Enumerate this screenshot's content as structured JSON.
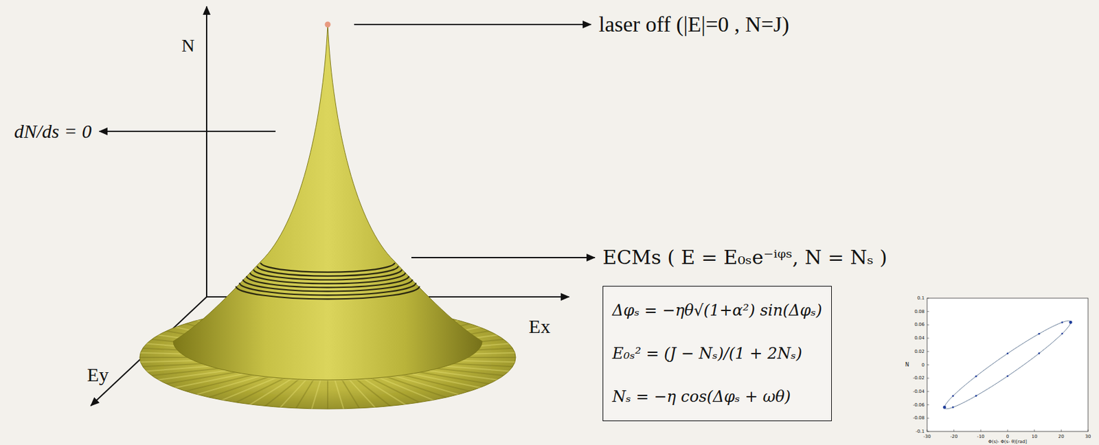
{
  "diagram": {
    "nodes": [
      {
        "text": [
          "Δφₛ = −ηθ√(1+α²) sin(Δφₛ)",
          "E₀ₛ² = (J − Nₛ)/(1 + 2Nₛ)",
          "Nₛ = −η cos(Δφₛ + ωθ)"
        ]
      }
    ],
    "labels": [
      "N",
      "laser off (|E|=0 , N=J)",
      "dN/ds = 0",
      "ECMs ( E = E₀ₛe⁻ⁱᵠˢ, N = Nₛ )",
      "Ex",
      "Ey",
      "0.1",
      "0.08",
      "0.06",
      "0.04",
      "0.02",
      "0",
      "-0.02",
      "-0.04",
      "-0.06",
      "-0.08",
      "-0.1",
      "-30",
      "-20",
      "-10",
      "0",
      "10",
      "20",
      "30",
      "N",
      "Φ(s)- Φ(s- θ)[rad]"
    ]
  }
}
